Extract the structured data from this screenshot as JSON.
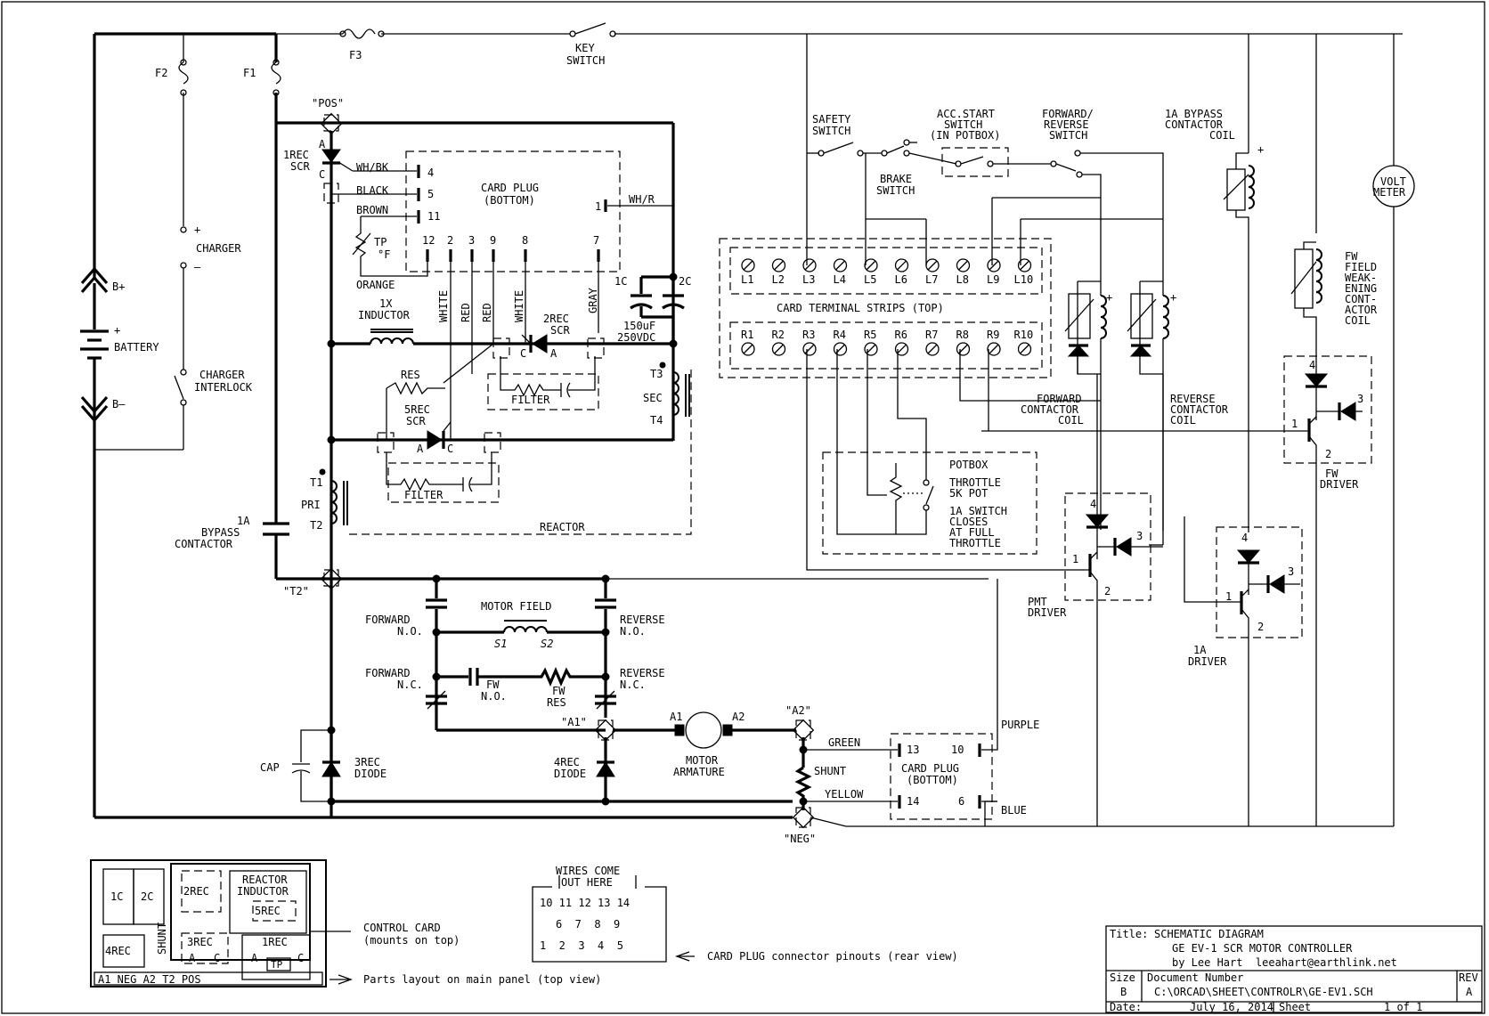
{
  "fuses": {
    "f1": "F1",
    "f2": "F2",
    "f3": "F3"
  },
  "switches": {
    "key": [
      "KEY",
      "SWITCH"
    ],
    "safety": [
      "SAFETY",
      "SWITCH"
    ],
    "acc_start": [
      "ACC.START",
      "SWITCH",
      "(IN POTBOX)"
    ],
    "fwd_rev": [
      "FORWARD/",
      "REVERSE",
      "SWITCH"
    ],
    "brake": [
      "BRAKE",
      "SWITCH"
    ]
  },
  "battery": {
    "bplus": "B+",
    "plus": "+",
    "label": "BATTERY",
    "bminus": "B–"
  },
  "charger": {
    "plus": "+",
    "label": "CHARGER",
    "minus": "–",
    "interlock": [
      "CHARGER",
      "INTERLOCK"
    ]
  },
  "nodes": {
    "pos": "\"POS\"",
    "t2": "\"T2\"",
    "a1": "\"A1\"",
    "a2": "\"A2\"",
    "neg": "\"NEG\""
  },
  "scr1": {
    "name": [
      "1REC",
      "SCR"
    ],
    "a": "A",
    "c": "C"
  },
  "scr2": {
    "name": [
      "2REC",
      "SCR"
    ],
    "a": "A",
    "c": "C"
  },
  "scr5": {
    "name": [
      "5REC",
      "SCR"
    ],
    "a": "A",
    "c": "C"
  },
  "card_plug_bottom": {
    "title": [
      "CARD PLUG",
      "(BOTTOM)"
    ],
    "wires": [
      "WH/BK",
      "BLACK",
      "BROWN",
      "ORANGE",
      "WH/R"
    ],
    "pins": [
      "4",
      "5",
      "11",
      "12",
      "2",
      "3",
      "9",
      "8",
      "7",
      "1"
    ],
    "vertical_wires": [
      "WHITE",
      "RED",
      "RED",
      "WHITE",
      "GRAY"
    ],
    "tp": [
      "TP",
      "°F"
    ]
  },
  "inductor1x": [
    "1X",
    "INDUCTOR"
  ],
  "res": "RES",
  "filter": "FILTER",
  "caps": {
    "c1": "1C",
    "c2": "2C",
    "value": [
      "150uF",
      "250VDC"
    ]
  },
  "reactor": {
    "label": "REACTOR",
    "t1": "T1",
    "pri": "PRI",
    "t2": "T2",
    "t3": "T3",
    "sec": "SEC",
    "t4": "T4"
  },
  "bypass": [
    "1A",
    "BYPASS",
    "CONTACTOR"
  ],
  "motor": {
    "field": "MOTOR FIELD",
    "s1": "S1",
    "s2": "S2",
    "fwd_no": [
      "FORWARD",
      "N.O."
    ],
    "rev_no": [
      "REVERSE",
      "N.O."
    ],
    "fwd_nc": [
      "FORWARD",
      "N.C."
    ],
    "rev_nc": [
      "REVERSE",
      "N.C."
    ],
    "fw_no": [
      "FW",
      "N.O."
    ],
    "fw_res": [
      "FW",
      "RES"
    ],
    "a1": "A1",
    "a2": "A2",
    "armature": [
      "MOTOR",
      "ARMATURE"
    ]
  },
  "diodes": {
    "d3": [
      "3REC",
      "DIODE"
    ],
    "d4": [
      "4REC",
      "DIODE"
    ],
    "cap": "CAP"
  },
  "shunt": {
    "label": "SHUNT",
    "green": "GREEN",
    "yellow": "YELLOW",
    "purple": "PURPLE",
    "blue": "BLUE"
  },
  "card_plug_2": {
    "title": [
      "CARD PLUG",
      "(BOTTOM)"
    ],
    "pins": [
      "13",
      "10",
      "14",
      "6"
    ]
  },
  "terminals": {
    "title": "CARD TERMINAL STRIPS (TOP)",
    "L": [
      "L1",
      "L2",
      "L3",
      "L4",
      "L5",
      "L6",
      "L7",
      "L8",
      "L9",
      "L10"
    ],
    "R": [
      "R1",
      "R2",
      "R3",
      "R4",
      "R5",
      "R6",
      "R7",
      "R8",
      "R9",
      "R10"
    ]
  },
  "coils": {
    "bypass": [
      "1A BYPASS",
      "CONTACTOR",
      "COIL"
    ],
    "fw": [
      "FW",
      "FIELD",
      "WEAK-",
      "ENING",
      "CONT-",
      "ACTOR",
      "COIL"
    ],
    "forward": [
      "FORWARD",
      "CONTACTOR",
      "COIL"
    ],
    "reverse": [
      "REVERSE",
      "CONTACTOR",
      "COIL"
    ],
    "plus": "+"
  },
  "voltmeter": [
    "VOLT",
    "METER"
  ],
  "potbox": {
    "title": "POTBOX",
    "pot": [
      "THROTTLE",
      "5K POT"
    ],
    "sw": [
      "1A SWITCH",
      "CLOSES",
      "AT FULL",
      "THROTTLE"
    ]
  },
  "drivers": {
    "pmt": [
      "PMT",
      "DRIVER"
    ],
    "a1": [
      "1A",
      "DRIVER"
    ],
    "fw": [
      "FW",
      "DRIVER"
    ],
    "pins": [
      "1",
      "2",
      "3",
      "4"
    ]
  },
  "layout": {
    "c1": "1C",
    "c2": "2C",
    "r2": "2REC",
    "reactor": [
      "REACTOR",
      "INDUCTOR"
    ],
    "r5": "5REC",
    "r4": "4REC",
    "shunt": "SHUNT",
    "r3": "3REC",
    "r1": "1REC",
    "a": "A",
    "c": "C",
    "tp": "TP",
    "bottom": "A1 NEG A2 T2 POS"
  },
  "notes": {
    "control_card": [
      "CONTROL CARD",
      "(mounts on top)"
    ],
    "parts": "Parts layout on main panel (top view)",
    "pinout_title": [
      "WIRES COME",
      "OUT HERE"
    ],
    "pinout_rows": [
      "10 11 12 13 14",
      "6  7  8  9",
      "1  2  3  4  5"
    ],
    "pinout_note": "CARD PLUG connector pinouts (rear view)"
  },
  "title_block": {
    "title_lbl": "Title:",
    "title1": "SCHEMATIC DIAGRAM",
    "title2": "GE EV-1 SCR MOTOR CONTROLLER",
    "author": "by Lee Hart  leeahart@earthlink.net",
    "size_lbl": "Size",
    "size": "B",
    "docnum_lbl": "Document Number",
    "docnum": "C:\\ORCAD\\SHEET\\CONTROLR\\GE-EV1.SCH",
    "rev_lbl": "REV",
    "rev": "A",
    "date_lbl": "Date:",
    "date": "July 16, 2014",
    "sheet_lbl": "Sheet",
    "sheet": "1 of 1"
  }
}
